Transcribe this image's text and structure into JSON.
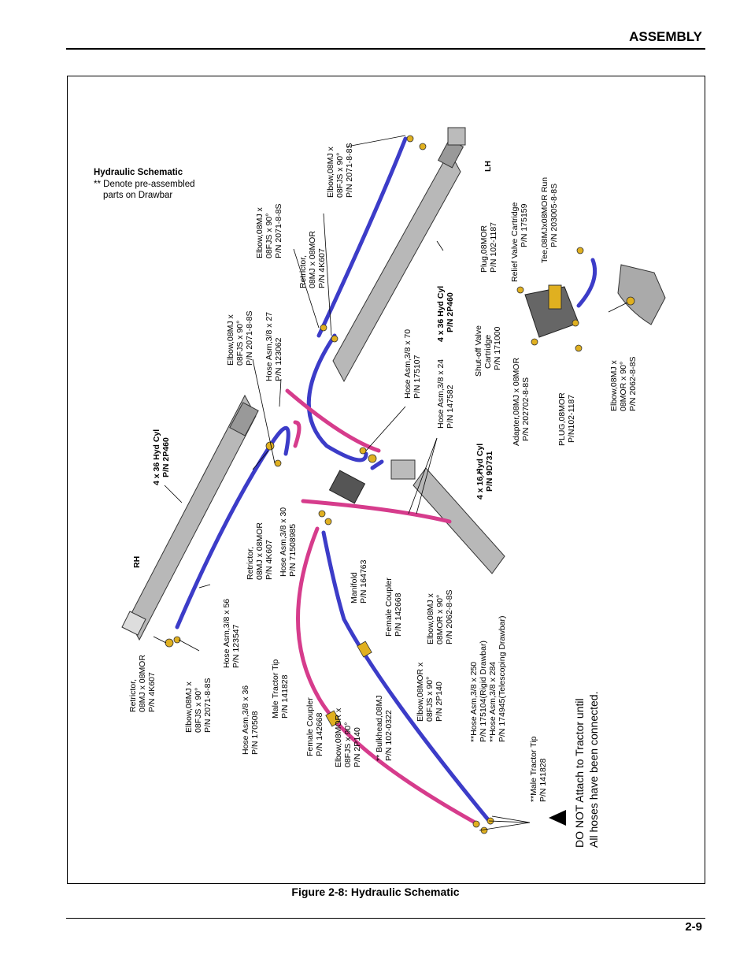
{
  "header": {
    "section_title": "ASSEMBLY"
  },
  "legend": {
    "title": "Hydraulic Schematic",
    "marker": "**",
    "note_line1": "Denote pre-assembled",
    "note_line2": "parts on Drawbar"
  },
  "labels": {
    "rh": "RH",
    "lh": "LH",
    "cyl_rh": [
      "4 x 36 Hyd Cyl",
      "P/N 2P460"
    ],
    "cyl_lh": [
      "4 x 36 Hyd Cyl",
      "P/N 2P460"
    ],
    "cyl_16": [
      "4 x 16 Hyd Cyl",
      "P/N 9D731"
    ],
    "retrictor_left": [
      "Retrictor,",
      "08MJ x 08MOR",
      "P/N 4K607"
    ],
    "elbow_left": [
      "Elbow,08MJ x",
      "08FJS x 90°",
      "P/N 2071-8-8S"
    ],
    "hose_56": [
      "Hose Asm,3/8 x 56",
      "P/N 123547"
    ],
    "retrictor_mid": [
      "Retrictor,",
      "08MJ x 08MOR",
      "P/N 4K607"
    ],
    "hose_30": [
      "Hose Asm,3/8 x 30",
      "P/N 71508985"
    ],
    "manifold": [
      "Manifold",
      "P/N 164763"
    ],
    "female_coupler_mid": [
      "Female Coupler",
      "P/N 142668"
    ],
    "elbow_90_mid": [
      "Elbow,08MJ x",
      "08MOR x 90°",
      "P/N 2062-8-8S"
    ],
    "elbow_fjs_mid": [
      "Elbow,08MOR x",
      "08FJS x 90°",
      "P/N 2P140"
    ],
    "hose_36": [
      "Hose Asm,3/8 x 36",
      "P/N 170508"
    ],
    "male_tip_left": [
      "Male Tractor Tip",
      "P/N 141828"
    ],
    "female_coupler_left": [
      "Female Coupler",
      "P/N 142668"
    ],
    "elbow_fjs_left": [
      "Elbow,08MOR x",
      "08FJS x 90°",
      "P/N 2P140"
    ],
    "bulkhead": [
      "** Bulkhead,08MJ",
      "P/N 102-0322"
    ],
    "hose_250": [
      "**Hose Asm,3/8 x 250",
      "P/N 175104(Rigid Drawbar)",
      "**Hose Asm,3/8 x 284",
      "P/N 174945(Telescoping Drawbar)"
    ],
    "male_tip_right": [
      "**Male Tractor Tip",
      "P/N 141828"
    ],
    "elbow_upper_a": [
      "Elbow,08MJ x",
      "08FJS x 90°",
      "P/N 2071-8-8S"
    ],
    "hose_27": [
      "Hose Asm,3/8 x 27",
      "P/N 123062"
    ],
    "elbow_upper_b": [
      "Elbow,08MJ x",
      "08FJS x 90°",
      "P/N 2071-8-8S"
    ],
    "retrictor_upper": [
      "Retrictor,",
      "08MJ x 08MOR",
      "P/N 4K607"
    ],
    "elbow_upper_c": [
      "Elbow,08MJ x",
      "08FJS x 90°",
      "P/N 2071-8-8S"
    ],
    "hose_70": [
      "Hose Asm,3/8 x 70",
      "P/N 175107"
    ],
    "hose_24": [
      "Hose Asm,3/8 x 24",
      "P/N 147582"
    ],
    "shutoff": [
      "Shut-off Valve",
      "Cartridge",
      "P/N 171000"
    ],
    "adapter": [
      "Adapter,08MJ x 08MOR",
      "P/N 202702-8-8S"
    ],
    "plug_lower": [
      "PLUG,08MOR",
      "P/N102-1187"
    ],
    "plug_upper": [
      "Plug,08MOR",
      "P/N 102-1187"
    ],
    "relief": [
      "Relief Valve Cartridge",
      "P/N 175159"
    ],
    "tee": [
      "Tee,08MJx08MOR Run",
      "P/N 203005-8-8S"
    ],
    "elbow_right": [
      "Elbow,08MJ x",
      "08MOR x 90°",
      "P/N 2062-8-8S"
    ],
    "warning": [
      "DO NOT Attach to Tractor until",
      "All hoses have been connected."
    ]
  },
  "figure": {
    "caption": "Figure 2-8:  Hydraulic Schematic"
  },
  "footer": {
    "page_number": "2-9"
  },
  "colors": {
    "blue_hose": "#3c3cc8",
    "pink_hose": "#d63c8c",
    "cylinder": "#b8b8b8",
    "fitting": "#e0b020"
  }
}
